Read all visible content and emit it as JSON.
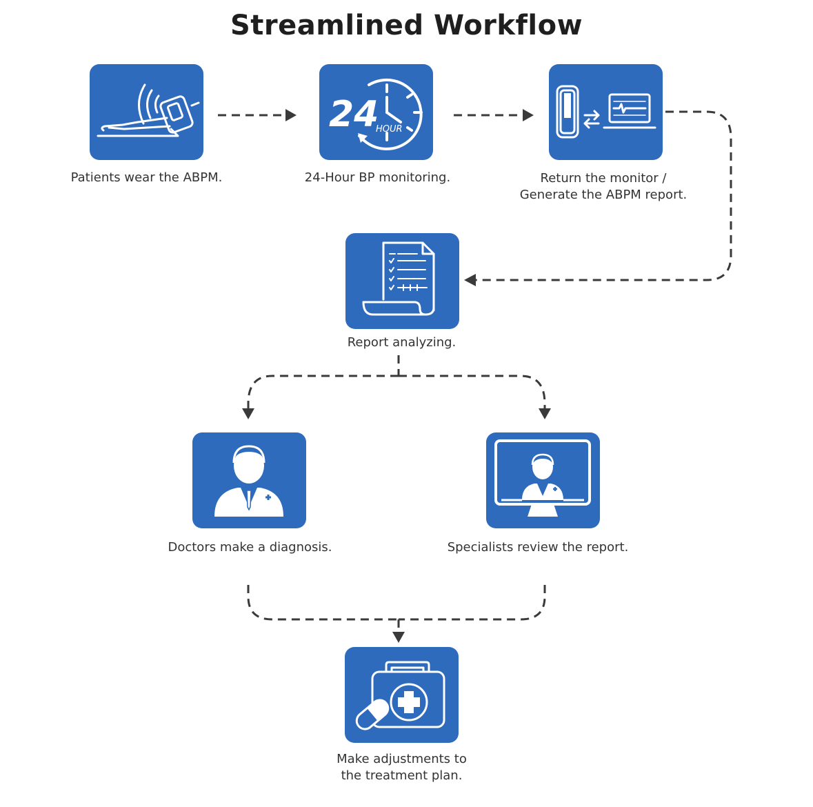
{
  "title": "Streamlined Workflow",
  "colors": {
    "box": "#2e6bbd",
    "icon": "#ffffff",
    "connector": "#3a3a3a",
    "text": "#333333"
  },
  "steps": [
    {
      "id": "wear",
      "label": "Patients wear the ABPM.",
      "icon": "arm-cuff-icon"
    },
    {
      "id": "monitor",
      "label": "24-Hour BP monitoring.",
      "icon": "24-hour-clock-icon",
      "icon_text_big": "24",
      "icon_text_small": "HOUR"
    },
    {
      "id": "return",
      "label_lines": [
        "Return the monitor /",
        "Generate the ABPM report."
      ],
      "icon": "monitor-to-laptop-icon"
    },
    {
      "id": "analyze",
      "label": "Report analyzing.",
      "icon": "report-document-icon"
    },
    {
      "id": "diagnose",
      "label": "Doctors make a diagnosis.",
      "icon": "doctor-icon"
    },
    {
      "id": "review",
      "label": "Specialists review the report.",
      "icon": "telemedicine-screen-icon"
    },
    {
      "id": "adjust",
      "label_lines": [
        "Make adjustments to",
        "the treatment plan."
      ],
      "icon": "medical-kit-icon"
    }
  ]
}
